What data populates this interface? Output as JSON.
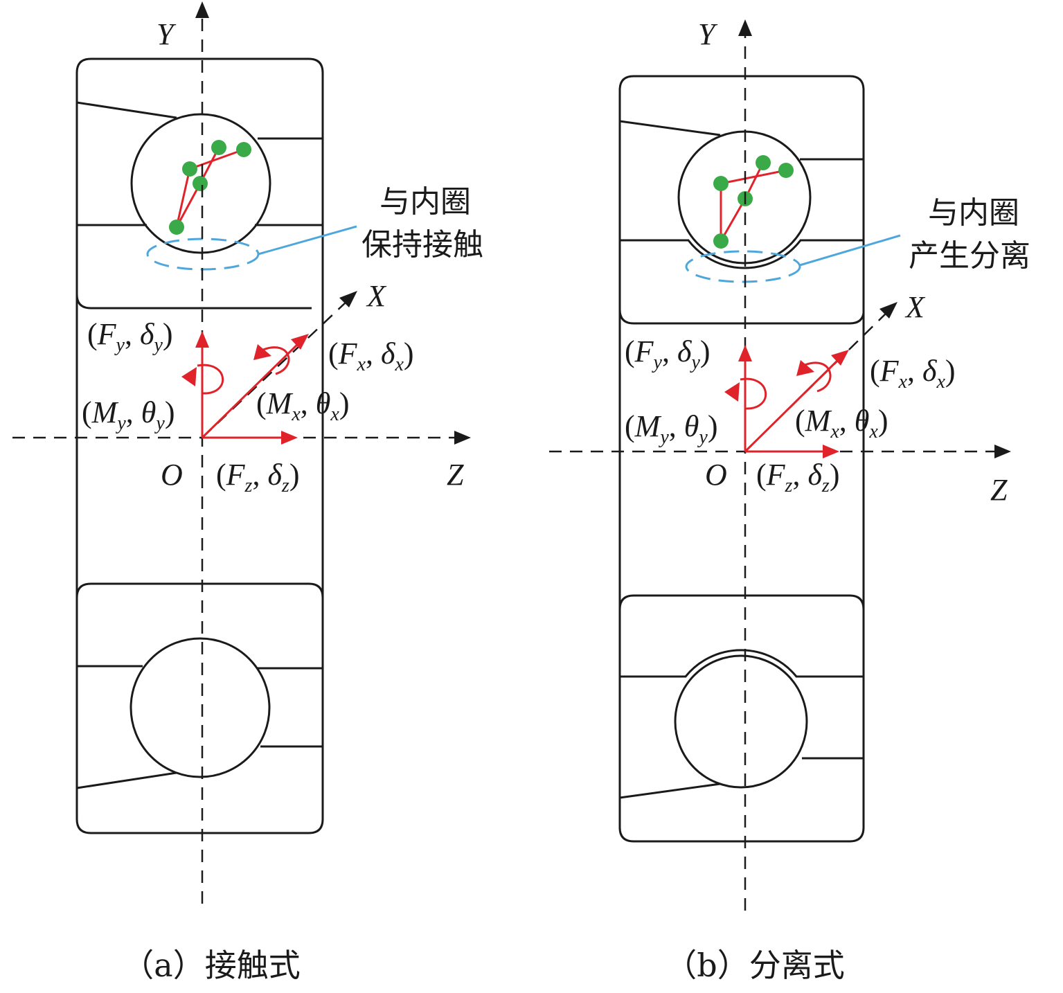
{
  "colors": {
    "force_arrows": "#e0232a",
    "points": "#3aaa48",
    "callout": "#4ea7dc",
    "lines": "#1a1a1a"
  },
  "punct": {
    "open": "(",
    "sep": ", ",
    "close": ")"
  },
  "panel_a": {
    "caption": "（a）接触式",
    "axes": {
      "y": "Y",
      "x": "X",
      "z": "Z",
      "origin": "O"
    },
    "callout": [
      "与内圈",
      "保持接触"
    ],
    "labels": {
      "fy": {
        "m1": "F",
        "s1": "y",
        "m2": "δ",
        "s2": "y"
      },
      "my": {
        "m1": "M",
        "s1": "y",
        "m2": "θ",
        "s2": "y"
      },
      "fx": {
        "m1": "F",
        "s1": "x",
        "m2": "δ",
        "s2": "x"
      },
      "mx": {
        "m1": "M",
        "s1": "x",
        "m2": "θ",
        "s2": "x"
      },
      "fz": {
        "m1": "F",
        "s1": "z",
        "m2": "δ",
        "s2": "z"
      }
    }
  },
  "panel_b": {
    "caption": "（b）分离式",
    "axes": {
      "y": "Y",
      "x": "X",
      "z": "Z",
      "origin": "O"
    },
    "callout": [
      "与内圈",
      "产生分离"
    ],
    "labels": {
      "fy": {
        "m1": "F",
        "s1": "y",
        "m2": "δ",
        "s2": "y"
      },
      "my": {
        "m1": "M",
        "s1": "y",
        "m2": "θ",
        "s2": "y"
      },
      "fx": {
        "m1": "F",
        "s1": "x",
        "m2": "δ",
        "s2": "x"
      },
      "mx": {
        "m1": "M",
        "s1": "x",
        "m2": "θ",
        "s2": "x"
      },
      "fz": {
        "m1": "F",
        "s1": "z",
        "m2": "δ",
        "s2": "z"
      }
    }
  }
}
